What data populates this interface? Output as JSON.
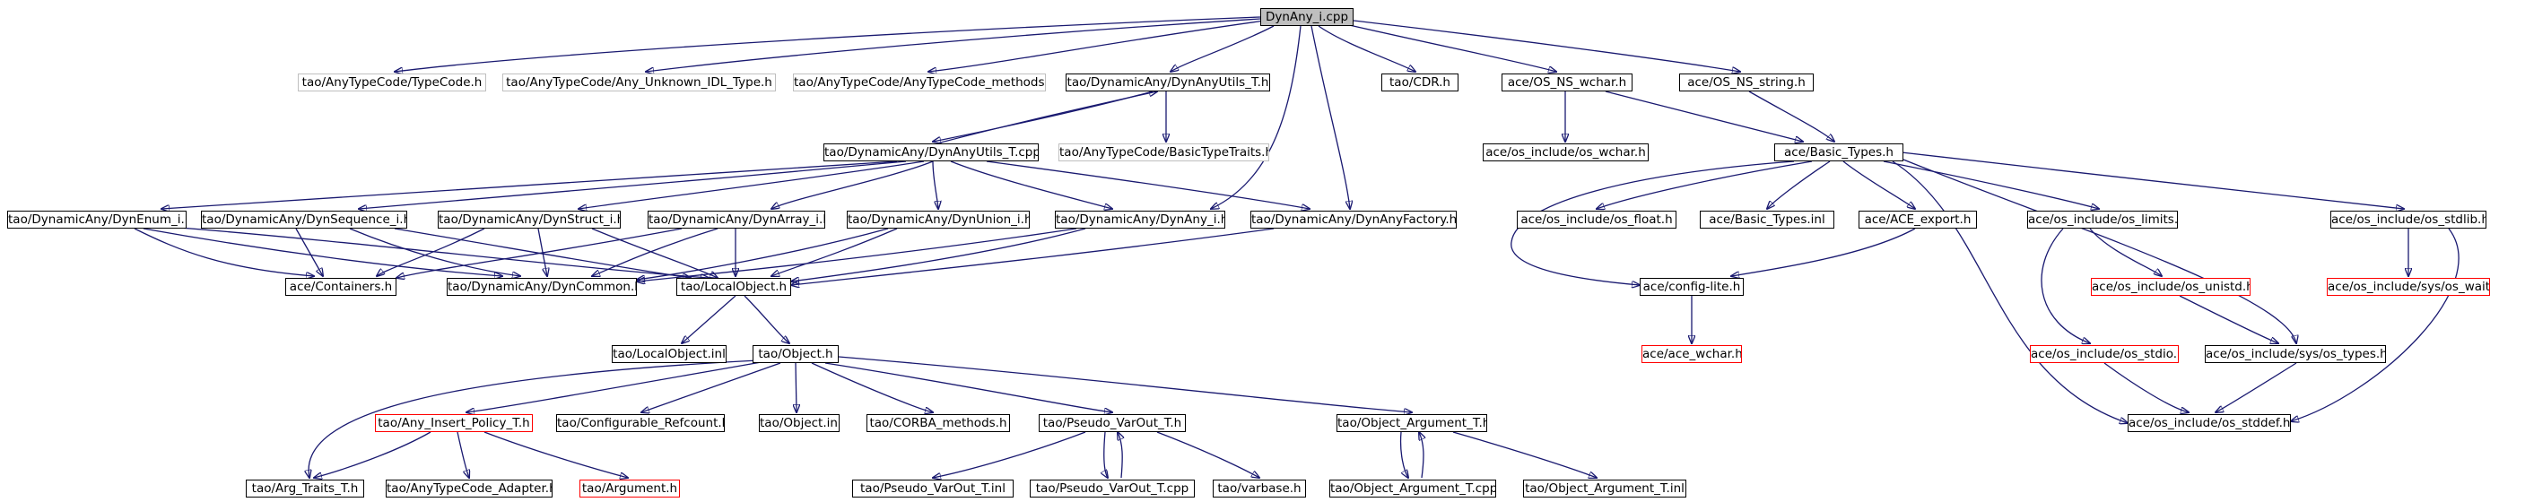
{
  "colors": {
    "edge": "#191970",
    "root_fill": "#bfbfbf",
    "default_border": "#000000",
    "external_border": "#bfbfbf",
    "truncated_border": "#ff0000"
  },
  "nodes": {
    "root": "DynAny_i.cpp",
    "typecode": "tao/AnyTypeCode/TypeCode.h",
    "any_unknown": "tao/AnyTypeCode/Any_Unknown_IDL_Type.h",
    "typecode_methods": "tao/AnyTypeCode/AnyTypeCode_methods.h",
    "dynanyutils_t_h": "tao/DynamicAny/DynAnyUtils_T.h",
    "cdr": "tao/CDR.h",
    "os_ns_wchar": "ace/OS_NS_wchar.h",
    "os_ns_string": "ace/OS_NS_string.h",
    "dynanyutils_t_cpp": "tao/DynamicAny/DynAnyUtils_T.cpp",
    "basictypetraits": "tao/AnyTypeCode/BasicTypeTraits.h",
    "os_wchar": "ace/os_include/os_wchar.h",
    "basic_types": "ace/Basic_Types.h",
    "dynenum": "tao/DynamicAny/DynEnum_i.h",
    "dynsequence": "tao/DynamicAny/DynSequence_i.h",
    "dynstruct": "tao/DynamicAny/DynStruct_i.h",
    "dynarray": "tao/DynamicAny/DynArray_i.h",
    "dynunion": "tao/DynamicAny/DynUnion_i.h",
    "dynany_i": "tao/DynamicAny/DynAny_i.h",
    "dynanyfactory": "tao/DynamicAny/DynAnyFactory.h",
    "os_float": "ace/os_include/os_float.h",
    "basic_types_inl": "ace/Basic_Types.inl",
    "ace_export": "ace/ACE_export.h",
    "os_limits": "ace/os_include/os_limits.h",
    "os_stdlib": "ace/os_include/os_stdlib.h",
    "containers": "ace/Containers.h",
    "dyncommon": "tao/DynamicAny/DynCommon.h",
    "localobject": "tao/LocalObject.h",
    "config_lite": "ace/config-lite.h",
    "os_unistd": "ace/os_include/os_unistd.h",
    "os_wait": "ace/os_include/sys/os_wait.h",
    "localobject_inl": "tao/LocalObject.inl",
    "ace_wchar": "ace/ace_wchar.h",
    "os_stdio": "ace/os_include/os_stdio.h",
    "os_types": "ace/os_include/sys/os_types.h",
    "object_h": "tao/Object.h",
    "any_insert_policy": "tao/Any_Insert_Policy_T.h",
    "configurable_refcount": "tao/Configurable_Refcount.h",
    "object_inl": "tao/Object.inl",
    "corba_methods": "tao/CORBA_methods.h",
    "pseudo_varout_h": "tao/Pseudo_VarOut_T.h",
    "object_argument_h": "tao/Object_Argument_T.h",
    "os_stddef": "ace/os_include/os_stddef.h",
    "arg_traits": "tao/Arg_Traits_T.h",
    "anytypecode_adapter": "tao/AnyTypeCode_Adapter.h",
    "argument": "tao/Argument.h",
    "pseudo_varout_inl": "tao/Pseudo_VarOut_T.inl",
    "pseudo_varout_cpp": "tao/Pseudo_VarOut_T.cpp",
    "varbase": "tao/varbase.h",
    "object_argument_cpp": "tao/Object_Argument_T.cpp",
    "object_argument_inl": "tao/Object_Argument_T.inl"
  }
}
